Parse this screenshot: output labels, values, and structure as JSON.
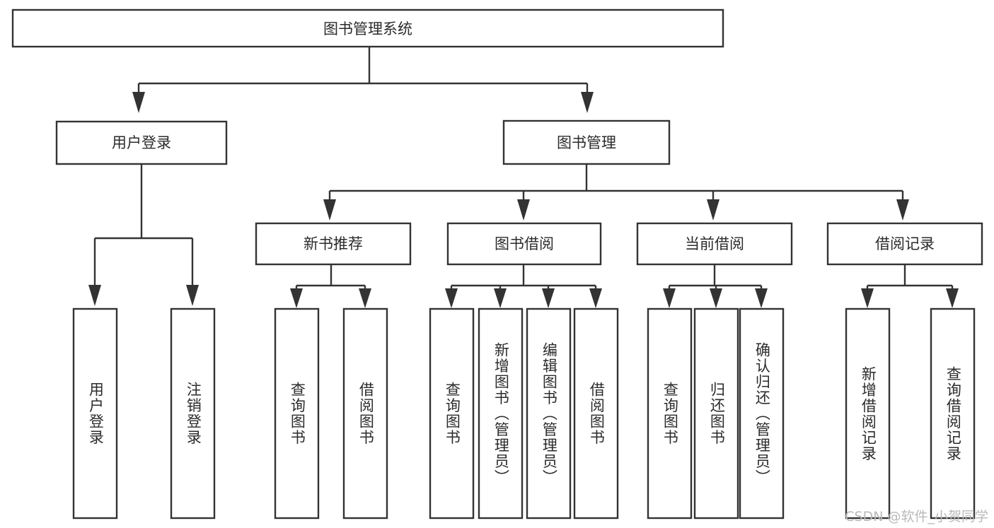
{
  "diagram": {
    "title": "图书管理系统",
    "type": "hierarchy-tree",
    "background_color": "#ffffff",
    "stroke_color": "#333333",
    "text_color": "#2b2b2b",
    "watermark": "CSDN @软件_小贺同学",
    "levels": {
      "root": {
        "label": "图书管理系统"
      },
      "level2": [
        {
          "label": "用户登录"
        },
        {
          "label": "图书管理"
        }
      ],
      "level3": [
        {
          "label": "新书推荐"
        },
        {
          "label": "图书借阅"
        },
        {
          "label": "当前借阅"
        },
        {
          "label": "借阅记录"
        }
      ],
      "leaves": {
        "user_login": [
          {
            "label": "用户登录"
          },
          {
            "label": "注销登录"
          }
        ],
        "new_book_recommend": [
          {
            "label": "查询图书"
          },
          {
            "label": "借阅图书"
          }
        ],
        "book_borrow": [
          {
            "label": "查询图书"
          },
          {
            "label": "新增图书（管理员）"
          },
          {
            "label": "编辑图书（管理员）"
          },
          {
            "label": "借阅图书"
          }
        ],
        "current_borrow": [
          {
            "label": "查询图书"
          },
          {
            "label": "归还图书"
          },
          {
            "label": "确认归还（管理员）"
          }
        ],
        "borrow_record": [
          {
            "label": "新增借阅记录"
          },
          {
            "label": "查询借阅记录"
          }
        ]
      }
    }
  }
}
